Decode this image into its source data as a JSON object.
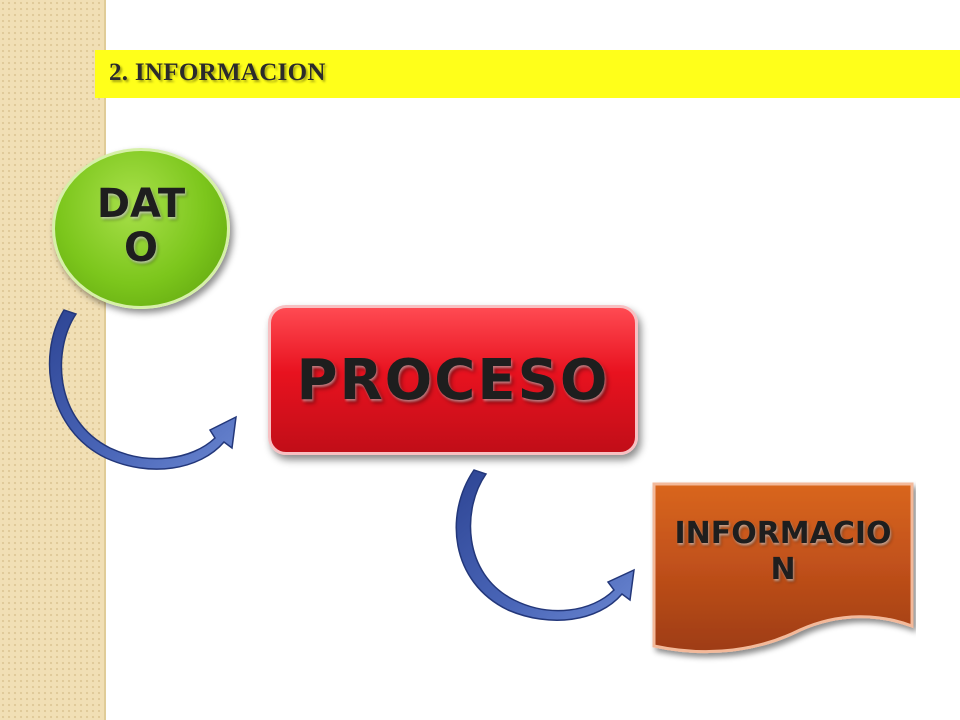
{
  "slide": {
    "title": "2. INFORMACION"
  },
  "diagram": {
    "nodes": [
      {
        "id": "dato",
        "label": "DATO",
        "shape": "circle",
        "color": "#7cc61c"
      },
      {
        "id": "proceso",
        "label": "PROCESO",
        "shape": "rounded-rectangle",
        "color": "#e8121f"
      },
      {
        "id": "informacion",
        "label": "INFORMACION",
        "shape": "document",
        "color": "#c2501a"
      }
    ],
    "edges": [
      {
        "from": "dato",
        "to": "proceso",
        "style": "curved-arrow",
        "color": "#3b54a4"
      },
      {
        "from": "proceso",
        "to": "informacion",
        "style": "curved-arrow",
        "color": "#3b54a4"
      }
    ]
  },
  "colors": {
    "title_bar": "#ffff1a",
    "side_strip": "#f1dfb5"
  }
}
